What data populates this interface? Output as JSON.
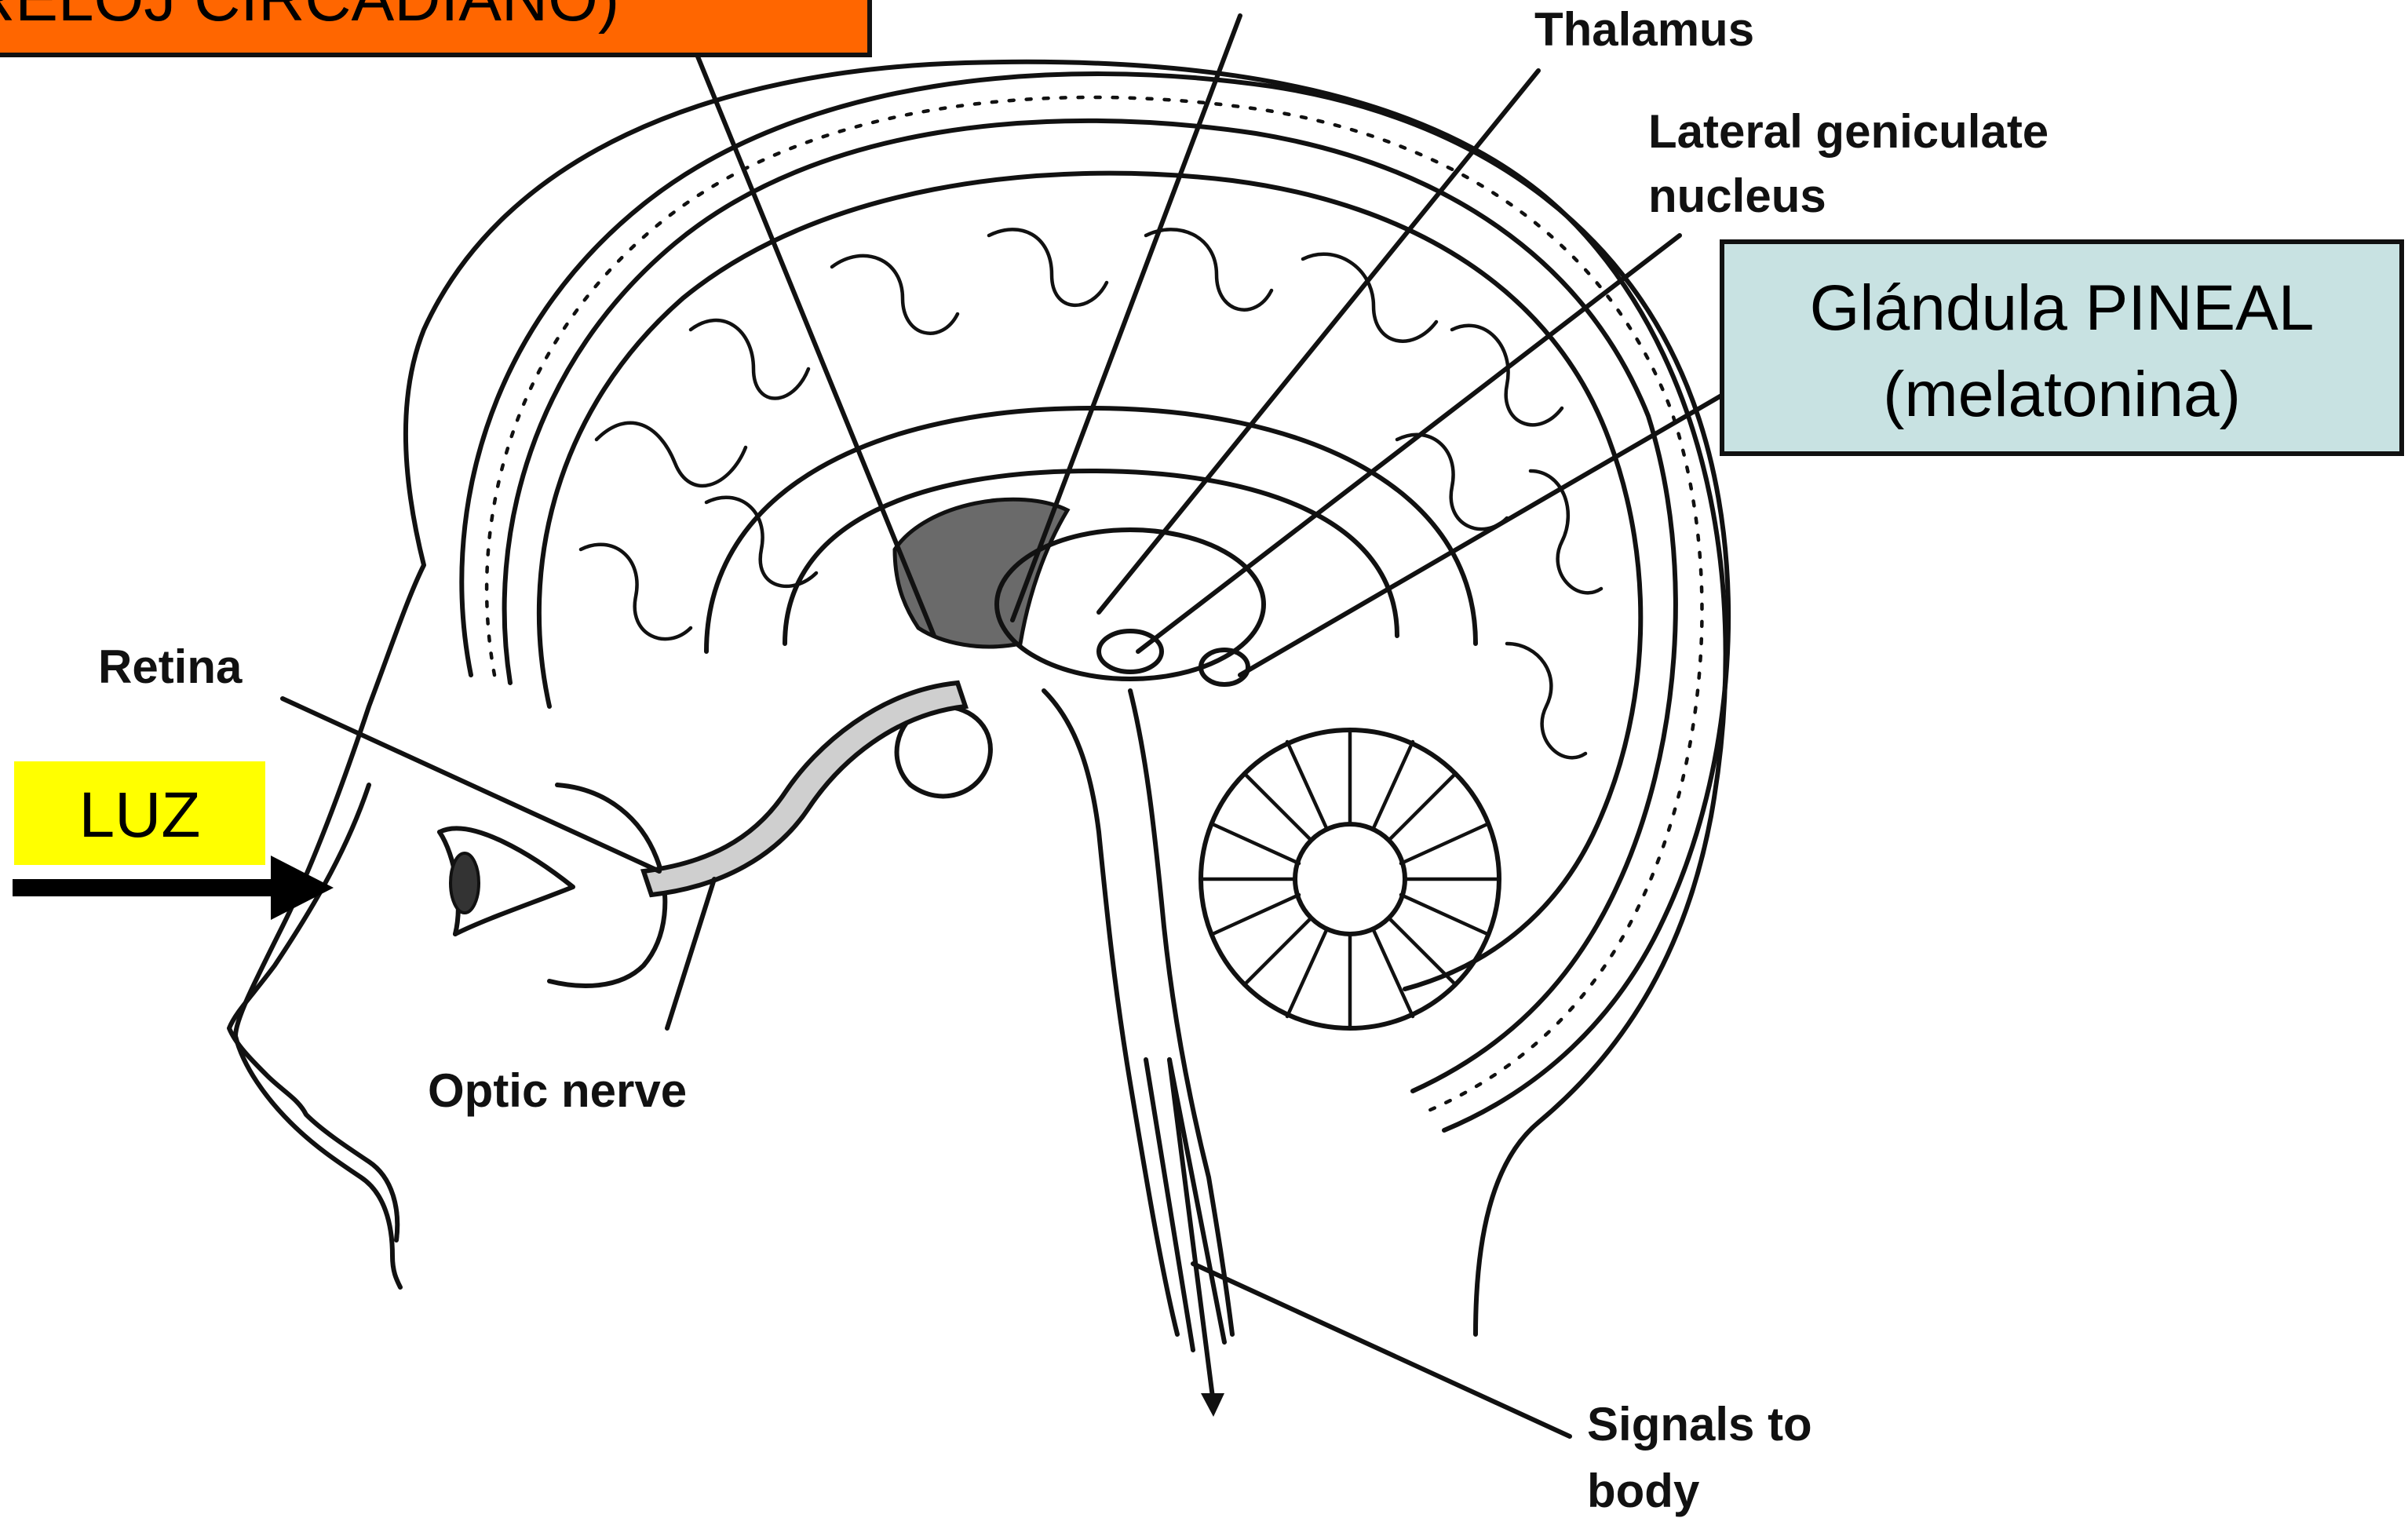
{
  "labels": {
    "thalamus": "Thalamus",
    "lgn_line1": "Lateral geniculate",
    "lgn_line2": "nucleus",
    "retina": "Retina",
    "optic_nerve": "Optic nerve",
    "signals_line1": "Signals to",
    "signals_line2": "body"
  },
  "callouts": {
    "top_left": "RELOJ CIRCADIANO)",
    "pineal_line1": "Glándula PINEAL",
    "pineal_line2": "(melatonina)",
    "light": "LUZ"
  },
  "colors": {
    "top_left_box": "#ff6600",
    "pineal_box": "#c8e2e2",
    "light_box": "#ffff00",
    "ink": "#111111"
  }
}
